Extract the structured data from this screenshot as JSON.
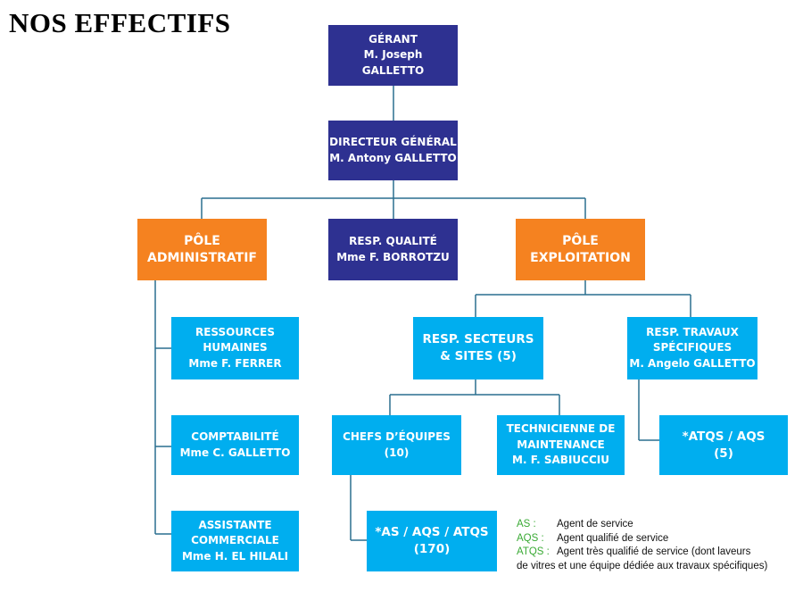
{
  "title": "NOS EFFECTIFS",
  "boxes": {
    "gerant": [
      "GÉRANT",
      "M. Joseph",
      "GALLETTO"
    ],
    "dg": [
      "DIRECTEUR GÉNÉRAL",
      "M. Antony GALLETTO"
    ],
    "pole_admin": [
      "PÔLE",
      "ADMINISTRATIF"
    ],
    "resp_qualite": [
      "RESP. QUALITÉ",
      "Mme F. BORROTZU"
    ],
    "pole_exploitation": [
      "PÔLE",
      "EXPLOITATION"
    ],
    "rh": [
      "RESSOURCES",
      "HUMAINES",
      "Mme F. FERRER"
    ],
    "comptabilite": [
      "COMPTABILITÉ",
      "Mme C. GALLETTO"
    ],
    "assistante": [
      "ASSISTANTE",
      "COMMERCIALE",
      "Mme H. EL HILALI"
    ],
    "resp_secteurs": [
      "RESP. SECTEURS",
      "& SITES (5)"
    ],
    "resp_travaux": [
      "RESP. TRAVAUX",
      "SPÉCIFIQUES",
      "M. Angelo GALLETTO"
    ],
    "chefs_equipes": [
      "CHEFS D’ÉQUIPES",
      "(10)"
    ],
    "technicienne": [
      "TECHNICIENNE DE",
      "MAINTENANCE",
      "M. F. SABIUCCIU"
    ],
    "atqs_aqs": [
      "*ATQS / AQS",
      "(5)"
    ],
    "as_aqs_atqs": [
      "*AS / AQS / ATQS",
      "(170)"
    ]
  },
  "legend": [
    {
      "abbr": "AS :",
      "def": "Agent de service",
      "cont": ""
    },
    {
      "abbr": "AQS :",
      "def": "Agent qualifié de service",
      "cont": ""
    },
    {
      "abbr": "ATQS :",
      "def": "Agent très qualifié de service (dont laveurs",
      "cont": "de vitres et une équipe dédiée aux travaux spécifiques)"
    }
  ],
  "colors": {
    "navy": "#2e3191",
    "orange": "#f58220",
    "cyan": "#00aeef",
    "line": "#2a6f8f",
    "legend_abbr": "#3aaa35"
  }
}
